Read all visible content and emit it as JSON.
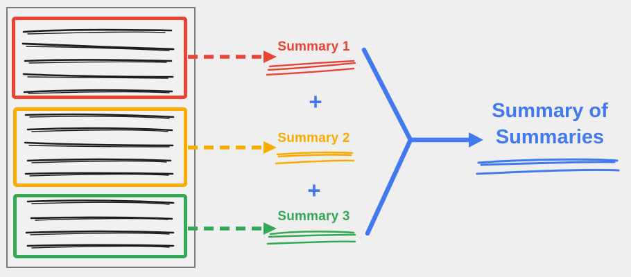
{
  "diagram": {
    "title_hidden": "map-reduce summarization diagram",
    "background": "#efefef"
  },
  "document_panel": {
    "description": "source document with three highlighted sections of scribbled text",
    "outline_color": "#7d7d7d",
    "sections": [
      {
        "id": "section-1",
        "accent_color": "#e94335",
        "text_line_count": 5
      },
      {
        "id": "section-2",
        "accent_color": "#f9ab00",
        "text_line_count": 5
      },
      {
        "id": "section-3",
        "accent_color": "#34a853",
        "text_line_count": 4
      }
    ]
  },
  "summaries": [
    {
      "label": "Summary 1",
      "color": "#e94335"
    },
    {
      "label": "Summary 2",
      "color": "#f9ab00"
    },
    {
      "label": "Summary 3",
      "color": "#34a853"
    }
  ],
  "operators": {
    "plus_1": "+",
    "plus_2": "+",
    "color": "#4379ee"
  },
  "result": {
    "line1": "Summary of",
    "line2": "Summaries",
    "color": "#4379ee"
  },
  "colors": {
    "red": "#e94335",
    "orange": "#f9ab00",
    "green": "#34a853",
    "blue": "#4379ee",
    "ink": "#1d1d1d",
    "gray_border": "#7d7d7d",
    "background": "#efefef"
  }
}
